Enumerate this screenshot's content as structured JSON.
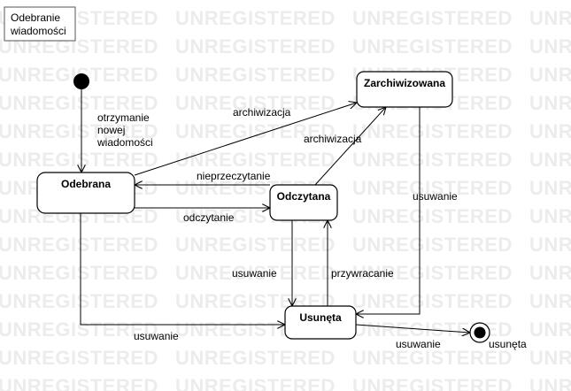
{
  "diagram": {
    "type": "uml-state-machine",
    "title_lines": [
      "Odebranie",
      "wiadomości"
    ],
    "watermark_text": "UNREGISTERED",
    "states": {
      "odebrana": "Odebrana",
      "odczytana": "Odczytana",
      "zarchiwizowana": "Zarchiwizowana",
      "usunieta": "Usunęta"
    },
    "final_label": "usunęta",
    "transitions": [
      {
        "from": "initial",
        "to": "odebrana",
        "label_lines": [
          "otrzymanie",
          "nowej",
          "wiadomości"
        ]
      },
      {
        "from": "odebrana",
        "to": "zarchiwizowana",
        "label_lines": [
          "archiwizacja"
        ]
      },
      {
        "from": "odczytana",
        "to": "odebrana",
        "label_lines": [
          "nieprzeczytanie"
        ]
      },
      {
        "from": "odebrana",
        "to": "odczytana",
        "label_lines": [
          "odczytanie"
        ]
      },
      {
        "from": "odczytana",
        "to": "zarchiwizowana",
        "label_lines": [
          "archiwizacja"
        ]
      },
      {
        "from": "zarchiwizowana",
        "to": "usunieta",
        "label_lines": [
          "usuwanie"
        ]
      },
      {
        "from": "odczytana",
        "to": "usunieta",
        "label_lines": [
          "usuwanie"
        ]
      },
      {
        "from": "usunieta",
        "to": "odczytana",
        "label_lines": [
          "przywracanie"
        ]
      },
      {
        "from": "odebrana",
        "to": "usunieta",
        "label_lines": [
          "usuwanie"
        ]
      },
      {
        "from": "usunieta",
        "to": "final",
        "label_lines": [
          "usuwanie"
        ]
      }
    ]
  }
}
